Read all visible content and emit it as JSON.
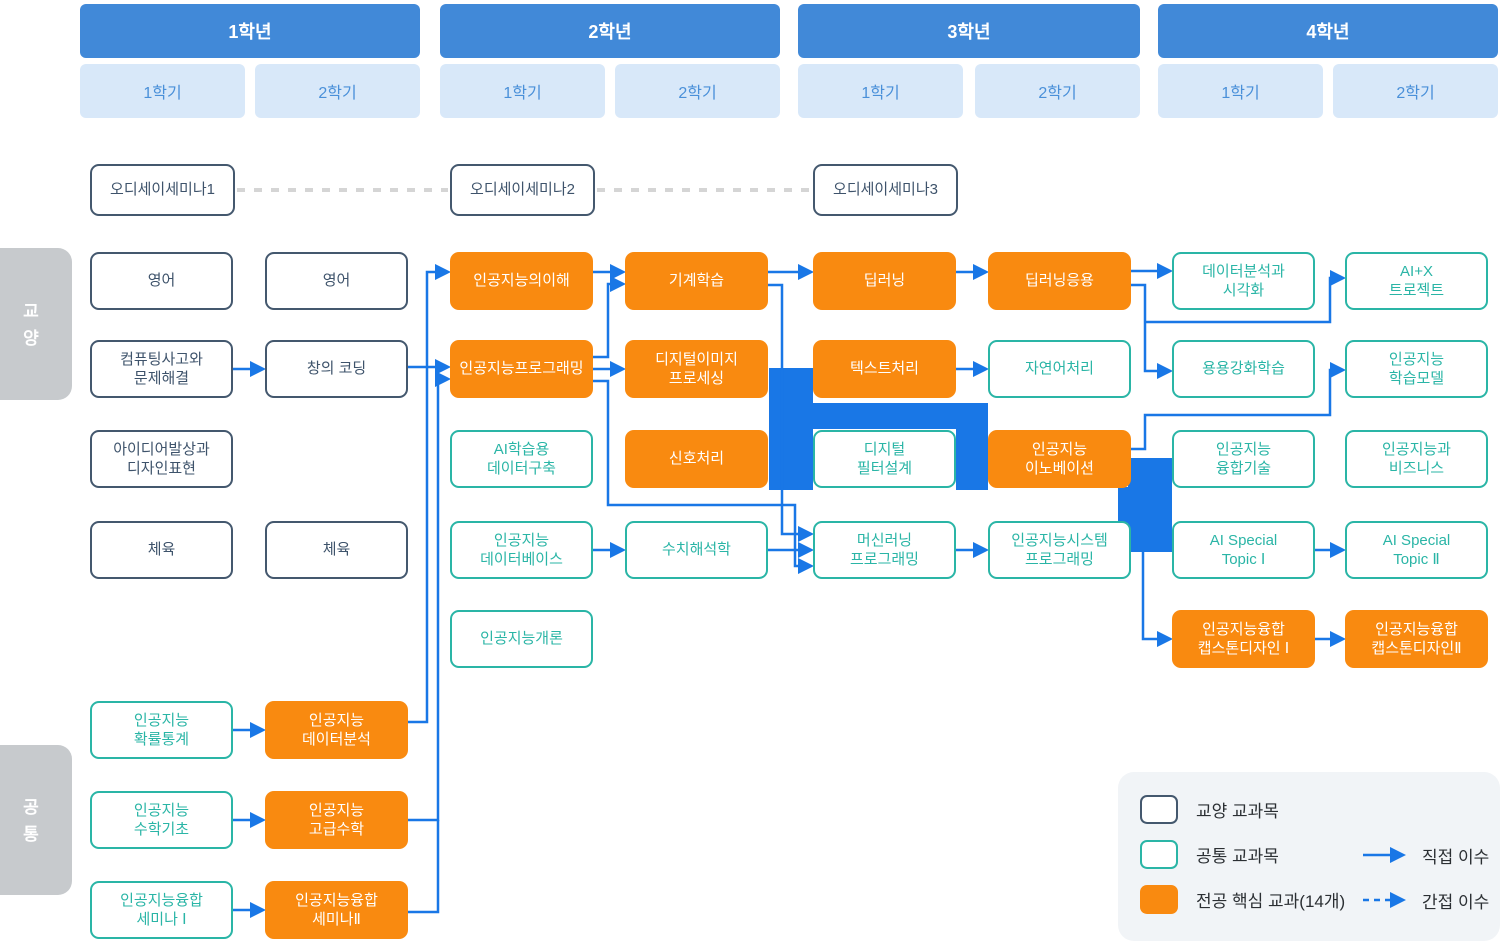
{
  "header": {
    "years": [
      {
        "label": "1학년",
        "semesters": [
          "1학기",
          "2학기"
        ]
      },
      {
        "label": "2학년",
        "semesters": [
          "1학기",
          "2학기"
        ]
      },
      {
        "label": "3학년",
        "semesters": [
          "1학기",
          "2학기"
        ]
      },
      {
        "label": "4학년",
        "semesters": [
          "1학기",
          "2학기"
        ]
      }
    ]
  },
  "side_labels": {
    "liberal_arts": "교양",
    "common": "공통"
  },
  "courses": [
    {
      "label": "오디세이세미나1",
      "type": "liberal"
    },
    {
      "label": "오디세이세미나2",
      "type": "liberal"
    },
    {
      "label": "오디세이세미나3",
      "type": "liberal"
    },
    {
      "label": "영어",
      "type": "liberal"
    },
    {
      "label": "영어",
      "type": "liberal"
    },
    {
      "label": "컴퓨팅사고와\n문제해결",
      "type": "liberal"
    },
    {
      "label": "창의 코딩",
      "type": "liberal"
    },
    {
      "label": "아이디어발상과\n디자인표현",
      "type": "liberal"
    },
    {
      "label": "체육",
      "type": "liberal"
    },
    {
      "label": "체육",
      "type": "liberal"
    },
    {
      "label": "인공지능의이해",
      "type": "major"
    },
    {
      "label": "인공지능프로그래밍",
      "type": "major"
    },
    {
      "label": "AI학습용\n데이터구축",
      "type": "common"
    },
    {
      "label": "인공지능\n데이터베이스",
      "type": "common"
    },
    {
      "label": "인공지능개론",
      "type": "common"
    },
    {
      "label": "기계학습",
      "type": "major"
    },
    {
      "label": "디지털이미지\n프로세싱",
      "type": "major"
    },
    {
      "label": "신호처리",
      "type": "major"
    },
    {
      "label": "수치해석학",
      "type": "common"
    },
    {
      "label": "딥러닝",
      "type": "major"
    },
    {
      "label": "텍스트처리",
      "type": "major"
    },
    {
      "label": "디지털\n필터설계",
      "type": "common"
    },
    {
      "label": "머신러닝\n프로그래밍",
      "type": "common"
    },
    {
      "label": "딥러닝응용",
      "type": "major"
    },
    {
      "label": "자연어처리",
      "type": "common"
    },
    {
      "label": "인공지능\n이노베이션",
      "type": "major"
    },
    {
      "label": "인공지능시스템\n프로그래밍",
      "type": "common"
    },
    {
      "label": "데이터분석과\n시각화",
      "type": "common"
    },
    {
      "label": "용용강화학습",
      "type": "common"
    },
    {
      "label": "인공지능\n융합기술",
      "type": "common"
    },
    {
      "label": "AI Special\nTopic Ⅰ",
      "type": "common"
    },
    {
      "label": "인공지능융합\n캡스톤디자인 Ⅰ",
      "type": "major"
    },
    {
      "label": "AI+X\n트로젝트",
      "type": "common"
    },
    {
      "label": "인공지능\n학습모델",
      "type": "common"
    },
    {
      "label": "인공지능과\n비즈니스",
      "type": "common"
    },
    {
      "label": "AI Special\nTopic Ⅱ",
      "type": "common"
    },
    {
      "label": "인공지능융합\n캡스톤디자인Ⅱ",
      "type": "major"
    },
    {
      "label": "인공지능\n확률통계",
      "type": "common"
    },
    {
      "label": "인공지능\n데이터분석",
      "type": "major"
    },
    {
      "label": "인공지능\n수학기초",
      "type": "common"
    },
    {
      "label": "인공지능\n고급수학",
      "type": "major"
    },
    {
      "label": "인공지능융합\n세미나 Ⅰ",
      "type": "common"
    },
    {
      "label": "인공지능융합\n세미나Ⅱ",
      "type": "major"
    }
  ],
  "legend": {
    "items": [
      {
        "label": "교양 교과목"
      },
      {
        "label": "공통 교과목"
      },
      {
        "label": "전공 핵심 교과(14개)"
      }
    ],
    "arrows": [
      {
        "label": "직접 이수",
        "style": "solid"
      },
      {
        "label": "간접 이수",
        "style": "dashed"
      }
    ]
  },
  "colors": {
    "header_blue": "#4189d8",
    "semester_bg": "#d8e8f9",
    "semester_text": "#4a90d9",
    "major_orange": "#f98a10",
    "common_teal": "#2ab5a6",
    "liberal_navy": "#44586e",
    "arrow_blue": "#1977e6",
    "dashed_gray": "#d5d5d5",
    "side_tab_gray": "#c7cacd",
    "legend_bg": "#f1f4f7"
  }
}
